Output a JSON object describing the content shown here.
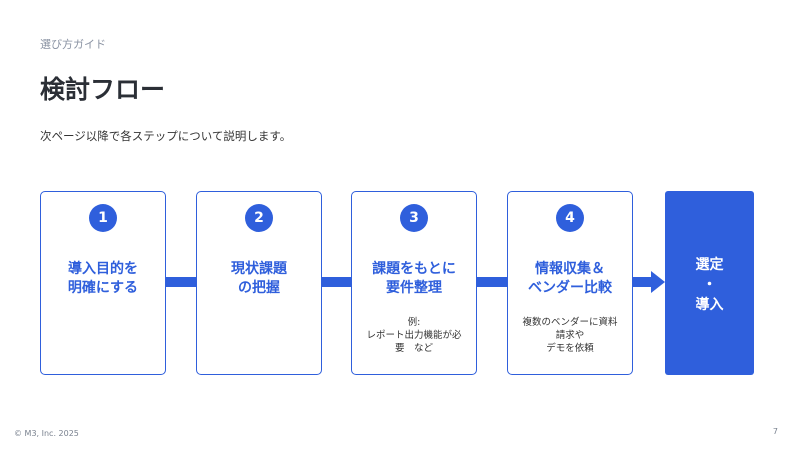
{
  "header": {
    "subtitle": "選び方ガイド",
    "title": "検討フロー",
    "description": "次ページ以降で各ステップについて説明します。"
  },
  "steps": [
    {
      "number": "1",
      "title_line1": "導入目的を",
      "title_line2": "明確にする",
      "note_line1": "",
      "note_line2": "",
      "note_line3": ""
    },
    {
      "number": "2",
      "title_line1": "現状課題",
      "title_line2": "の把握",
      "note_line1": "",
      "note_line2": "",
      "note_line3": ""
    },
    {
      "number": "3",
      "title_line1": "課題をもとに",
      "title_line2": "要件整理",
      "note_line1": "例:",
      "note_line2": "レポート出力機能が必",
      "note_line3": "要　など"
    },
    {
      "number": "4",
      "title_line1": "情報収集＆",
      "title_line2": "ベンダー比較",
      "note_line1": "複数のベンダーに資料",
      "note_line2": "請求や",
      "note_line3": "デモを依頼"
    }
  ],
  "final_step": {
    "line1": "選定",
    "line2": "・",
    "line3": "導入"
  },
  "footer": {
    "copyright": "© M3, Inc. 2025",
    "page_number": "7"
  },
  "colors": {
    "accent": "#2f5fdc",
    "text": "#2b2f36",
    "muted": "#8a93a3"
  }
}
